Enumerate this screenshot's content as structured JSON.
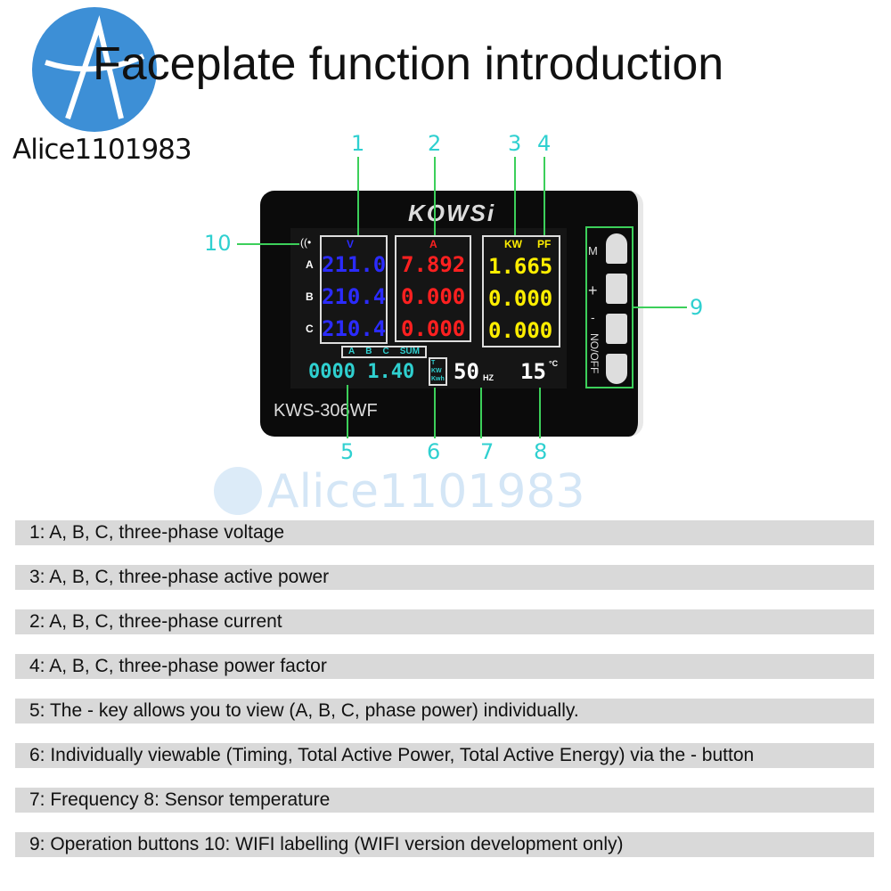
{
  "header": {
    "title": "Faceplate function introduction",
    "logo_text": "Alice1101983",
    "watermark": "Alice1101983"
  },
  "device": {
    "brand": "KOWSi",
    "model": "KWS-306WF",
    "phases": [
      "A",
      "B",
      "C"
    ],
    "voltage": {
      "unit": "V",
      "values": [
        "211.0",
        "210.4",
        "210.4"
      ]
    },
    "current": {
      "unit": "A",
      "values": [
        "7.892",
        "0.000",
        "0.000"
      ]
    },
    "power": {
      "unit_kw": "KW",
      "unit_pf": "PF",
      "values": [
        "1.665",
        "0.000",
        "0.000"
      ]
    },
    "selector": [
      "A",
      "B",
      "C",
      "SUM"
    ],
    "total": "0000 1.40",
    "total_units": [
      "T",
      "KW",
      "Kwh"
    ],
    "frequency": "50",
    "frequency_unit": "HZ",
    "temperature": "15",
    "temperature_unit": "°C",
    "buttons": [
      "M",
      "+",
      "-",
      "NO/OFF"
    ]
  },
  "callouts": [
    "1",
    "2",
    "3",
    "4",
    "5",
    "6",
    "7",
    "8",
    "9",
    "10"
  ],
  "descriptions": [
    "1: A, B, C, three-phase voltage",
    "3: A, B, C, three-phase active power",
    "2: A, B, C, three-phase current",
    "4: A, B, C, three-phase power factor",
    "5: The - key allows you to view (A, B, C, phase power) individually.",
    "6: Individually viewable (Timing, Total Active Power, Total Active Energy) via the - button",
    "7: Frequency 8: Sensor temperature",
    "9: Operation buttons 10: WIFI labelling (WIFI version development only)"
  ],
  "colors": {
    "voltage": "#2b2bff",
    "current": "#ff2020",
    "power": "#ffee00",
    "total": "#2fd0d0",
    "callout": "#2fd0d0"
  }
}
